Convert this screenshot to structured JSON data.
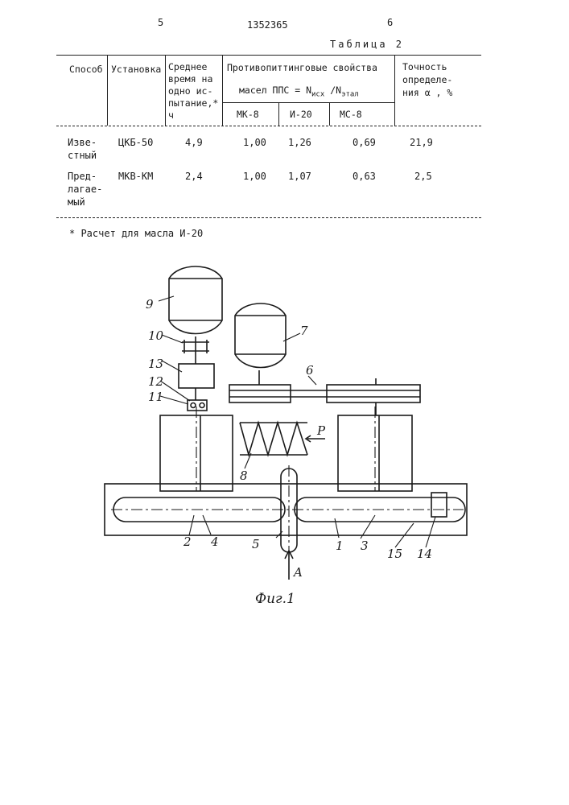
{
  "page": {
    "left_page_number": "5",
    "doc_number": "1352365",
    "right_page_number": "6"
  },
  "table": {
    "caption": "Таблица 2",
    "headers": {
      "method": "Способ",
      "installation": "Установка",
      "avg_time": "Среднее\nвремя на\nодно ис-\nпытание,*\nч",
      "antipitting": "Противопиттинговые свойства",
      "pps_formula": "масел ППС = N",
      "pps_sub1": "исх",
      "pps_slash": " /N",
      "pps_sub2": "этал",
      "oil1": "МК-8",
      "oil2": "И-20",
      "oil3": "МС-8",
      "accuracy": "Точность\nопределе-\nния α , %"
    },
    "rows": [
      {
        "method": "Изве-\nстный",
        "installation": "ЦКБ-50",
        "avg_time": "4,9",
        "mk8": "1,00",
        "i20": "1,26",
        "ms8": "0,69",
        "accuracy": "21,9"
      },
      {
        "method": "Пред-\nлагае-\nмый",
        "installation": "МКВ-КМ",
        "avg_time": "2,4",
        "mk8": "1,00",
        "i20": "1,07",
        "ms8": "0,63",
        "accuracy": "2,5"
      }
    ],
    "footnote": "* Расчет для масла И-20"
  },
  "figure": {
    "caption": "Фиг.1",
    "labels": {
      "l1": "1",
      "l2": "2",
      "l3": "3",
      "l4": "4",
      "l5": "5",
      "l6": "6",
      "l7": "7",
      "l8": "8",
      "l9": "9",
      "l10": "10",
      "l11": "11",
      "l12": "12",
      "l13": "13",
      "l14": "14",
      "l15": "15",
      "P": "P",
      "A": "A"
    }
  }
}
